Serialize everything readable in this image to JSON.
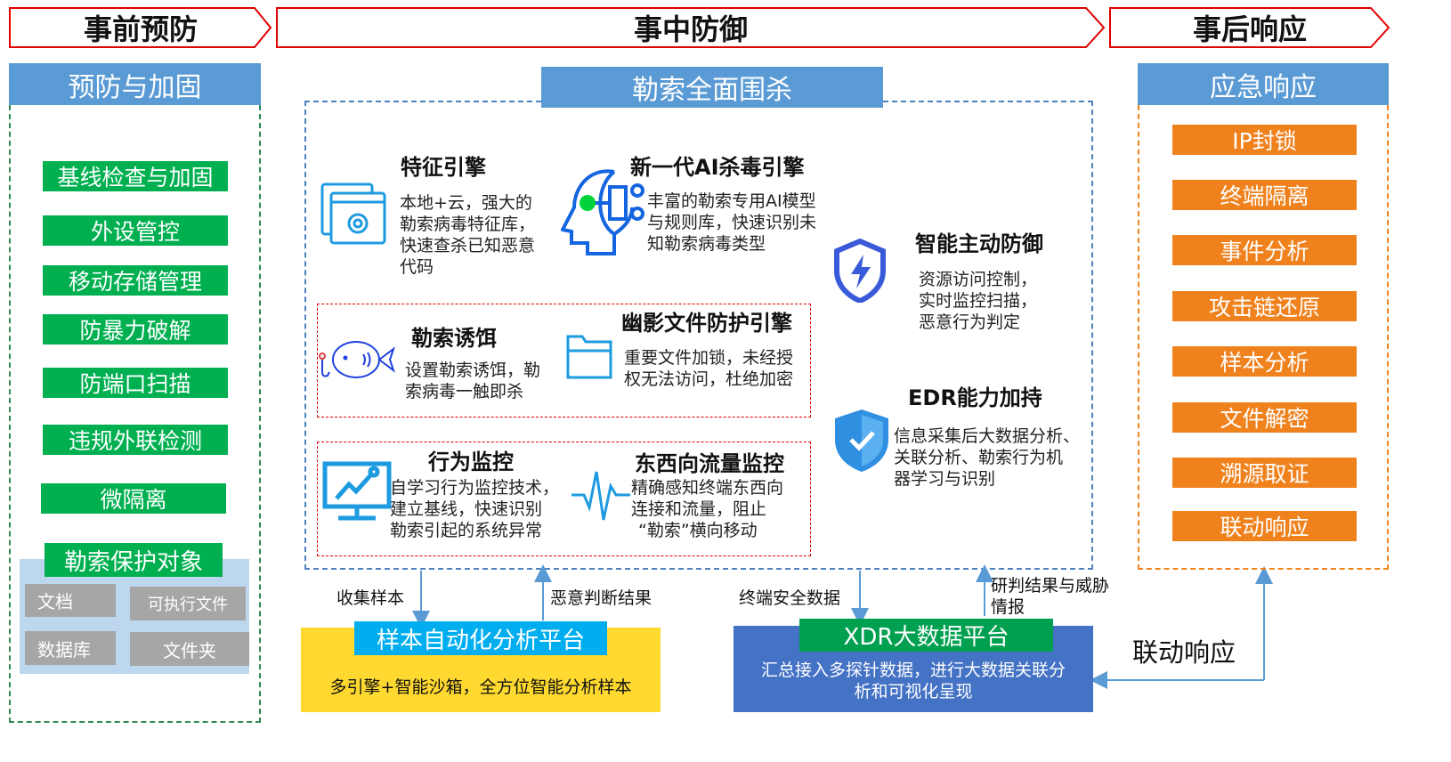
{
  "phases": [
    "事前预防",
    "事中防御",
    "事后响应"
  ],
  "left": {
    "header": "预防与加固",
    "items": [
      "基线检查与加固",
      "外设管控",
      "移动存储管理",
      "防暴力破解",
      "防端口扫描",
      "违规外联检测",
      "微隔离"
    ],
    "protect": {
      "title": "勒索保护对象",
      "items": [
        "文档",
        "可执行文件",
        "数据库",
        "文件夹"
      ]
    }
  },
  "center": {
    "header": "勒索全面围杀",
    "blocks": [
      {
        "title": "特征引擎",
        "desc": [
          "本地+云，强大的",
          "勒索病毒特征库，",
          "快速查杀已知恶意",
          "代码"
        ],
        "icon": "settings-window-icon"
      },
      {
        "title": "新一代AI杀毒引擎",
        "desc": [
          "丰富的勒索专用AI模型",
          "与规则库，快速识别未",
          "知勒索病毒类型"
        ],
        "icon": "ai-head-icon"
      },
      {
        "title": "智能主动防御",
        "desc": [
          "资源访问控制，",
          "实时监控扫描，",
          "恶意行为判定"
        ],
        "icon": "shield-bolt-icon"
      },
      {
        "title": "勒索诱饵",
        "desc": [
          "设置勒索诱饵，勒",
          "索病毒一触即杀"
        ],
        "icon": "fish-hook-icon"
      },
      {
        "title": "幽影文件防护引擎",
        "desc": [
          "重要文件加锁，未经授",
          "权无法访问，杜绝加密"
        ],
        "icon": "folder-icon"
      },
      {
        "title": "EDR能力加持",
        "desc": [
          "信息采集后大数据分析、",
          "关联分析、勒索行为机",
          "器学习与识别"
        ],
        "icon": "shield-check-icon"
      },
      {
        "title": "行为监控",
        "desc": [
          "自学习行为监控技术，",
          "建立基线，快速识别",
          "勒索引起的系统异常"
        ],
        "icon": "monitor-chart-icon"
      },
      {
        "title": "东西向流量监控",
        "desc": [
          "精确感知终端东西向",
          "连接和流量，阻止",
          "“勒索”横向移动"
        ],
        "icon": "pulse-icon"
      }
    ]
  },
  "sample_platform": {
    "title": "样本自动化分析平台",
    "desc": "多引擎+智能沙箱，全方位智能分析样本"
  },
  "xdr_platform": {
    "title": "XDR大数据平台",
    "desc": [
      "汇总接入多探针数据，进行大数据关联分",
      "析和可视化呈现"
    ]
  },
  "flows": {
    "collect": "收集样本",
    "malicious": "恶意判断结果",
    "terminal": "终端安全数据",
    "judge": [
      "研判结果与威胁",
      "情报"
    ],
    "linkage": "联动响应"
  },
  "right": {
    "header": "应急响应",
    "items": [
      "IP封锁",
      "终端隔离",
      "事件分析",
      "攻击链还原",
      "样本分析",
      "文件解密",
      "溯源取证",
      "联动响应"
    ]
  },
  "colors": {
    "red": "#e00000",
    "blue": "#5b9bd5",
    "green": "#00b050",
    "orange": "#f0821e",
    "yellow": "#ffd92f",
    "xdr": "#4472c4"
  }
}
